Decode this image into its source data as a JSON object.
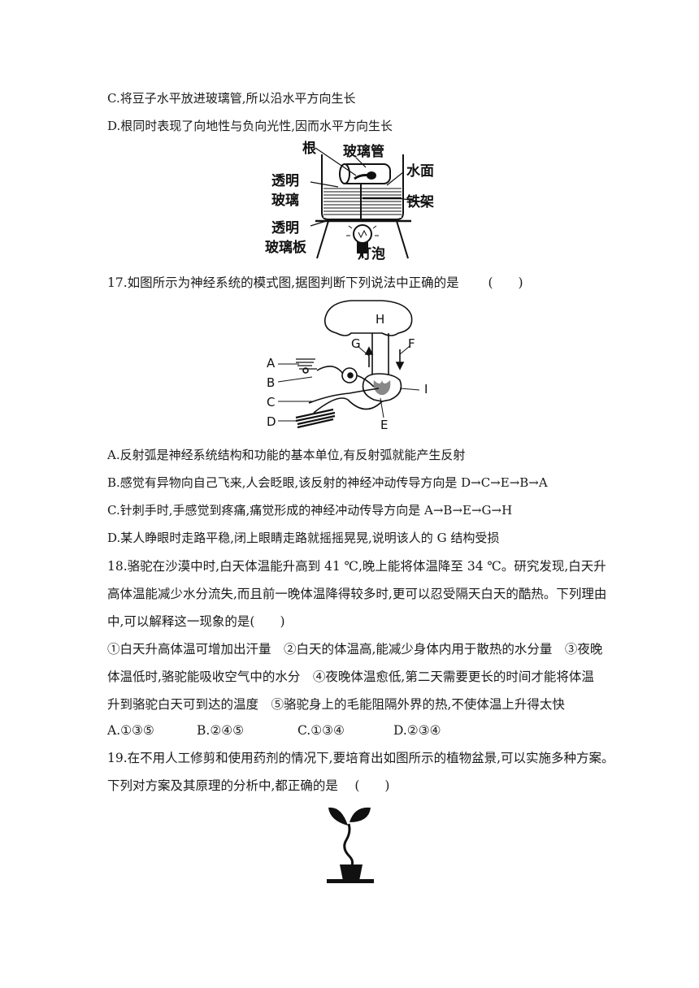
{
  "q16": {
    "option_c": "C.将豆子水平放进玻璃管,所以沿水平方向生长",
    "option_d": "D.根同时表现了向地性与负向光性,因而水平方向生长",
    "figure_labels": {
      "root": "根",
      "tube": "玻璃管",
      "water": "水面",
      "glass1": "透明",
      "glass2": "玻璃",
      "stand": "铁架",
      "plate1": "透明",
      "plate2": "玻璃板",
      "bulb": "灯泡"
    }
  },
  "q17": {
    "stem": "17.如图所示为神经系统的模式图,据图判断下列说法中正确的是 　　(　　)",
    "figure_labels": {
      "A": "A",
      "B": "B",
      "C": "C",
      "D": "D",
      "E": "E",
      "F": "F",
      "G": "G",
      "H": "H",
      "I": "I"
    },
    "option_a": "A.反射弧是神经系统结构和功能的基本单位,有反射弧就能产生反射",
    "option_b": "B.感觉有异物向自己飞来,人会眨眼,该反射的神经冲动传导方向是 D→C→E→B→A",
    "option_c": "C.针刺手时,手感觉到疼痛,痛觉形成的神经冲动传导方向是 A→B→E→G→H",
    "option_d": "D.某人睁眼时走路平稳,闭上眼睛走路就摇摇晃晃,说明该人的 G 结构受损"
  },
  "q18": {
    "stem_line1": "18.骆驼在沙漠中时,白天体温能升高到 41 ℃,晚上能将体温降至 34 ℃。研究发现,白天升",
    "stem_line2": "高体温能减少水分流失,而且前一晚体温降得较多时,更可以忍受隔天白天的酷热。下列理由",
    "stem_line3": "中,可以解释这一现象的是(　　)",
    "item_line1": "①白天升高体温可增加出汗量　②白天的体温高,能减少身体内用于散热的水分量　③夜晚",
    "item_line2": "体温低时,骆驼能吸收空气中的水分　④夜晚体温愈低,第二天需要更长的时间才能将体温",
    "item_line3": "升到骆驼白天可到达的温度　⑤骆驼身上的毛能阻隔外界的热,不使体温上升得太快",
    "options": [
      "A.①③⑤",
      "B.②④⑤",
      "C.①③④",
      "D.②③④"
    ]
  },
  "q19": {
    "stem_line1": "19.在不用人工修剪和使用药剂的情况下,要培育出如图所示的植物盆景,可以实施多种方案。",
    "stem_line2": "下列对方案及其原理的分析中,都正确的是 　(　　)"
  }
}
